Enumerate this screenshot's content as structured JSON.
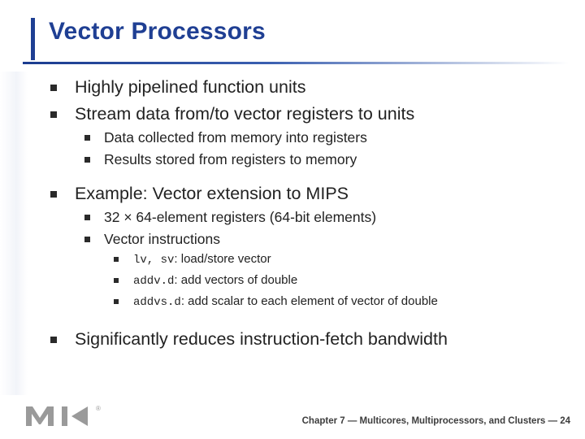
{
  "slide": {
    "title": "Vector Processors",
    "accent_color": "#1f3f93",
    "bullets": [
      {
        "level": 1,
        "text": "Highly pipelined function units"
      },
      {
        "level": 1,
        "text": "Stream data from/to vector registers to units"
      },
      {
        "level": 2,
        "text": "Data collected from memory into registers"
      },
      {
        "level": 2,
        "text": "Results stored from registers to memory"
      },
      {
        "level": 1,
        "text": "Example: Vector extension to MIPS"
      },
      {
        "level": 2,
        "text": "32 × 64-element registers (64-bit elements)"
      },
      {
        "level": 2,
        "text": "Vector instructions"
      },
      {
        "level": 3,
        "code": "lv, sv",
        "text": ": load/store vector"
      },
      {
        "level": 3,
        "code": "addv.d",
        "text": ": add vectors of double"
      },
      {
        "level": 3,
        "code": "addvs.d",
        "text": ": add scalar to each element of vector of double"
      },
      {
        "level": 1,
        "text": "Significantly reduces instruction-fetch bandwidth"
      }
    ],
    "footer": "Chapter 7 — Multicores, Multiprocessors, and Clusters — 24",
    "logo": {
      "name": "mk-logo",
      "registered_mark": "®"
    }
  }
}
